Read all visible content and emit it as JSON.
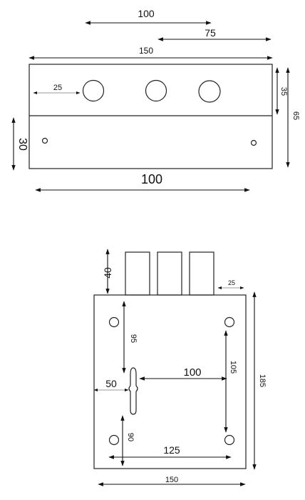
{
  "top_view": {
    "dims": {
      "d100_top": "100",
      "d75": "75",
      "d150_top": "150",
      "d25_hole": "25",
      "d35": "35",
      "d65": "65",
      "d30": "30",
      "d100_bottom": "100"
    }
  },
  "front_view": {
    "dims": {
      "d40": "40",
      "d25_right": "25",
      "d95": "95",
      "d105": "105",
      "d185": "185",
      "d100_mid": "100",
      "d50": "50",
      "d90": "90",
      "d125": "125",
      "d150_bottom": "150"
    }
  }
}
